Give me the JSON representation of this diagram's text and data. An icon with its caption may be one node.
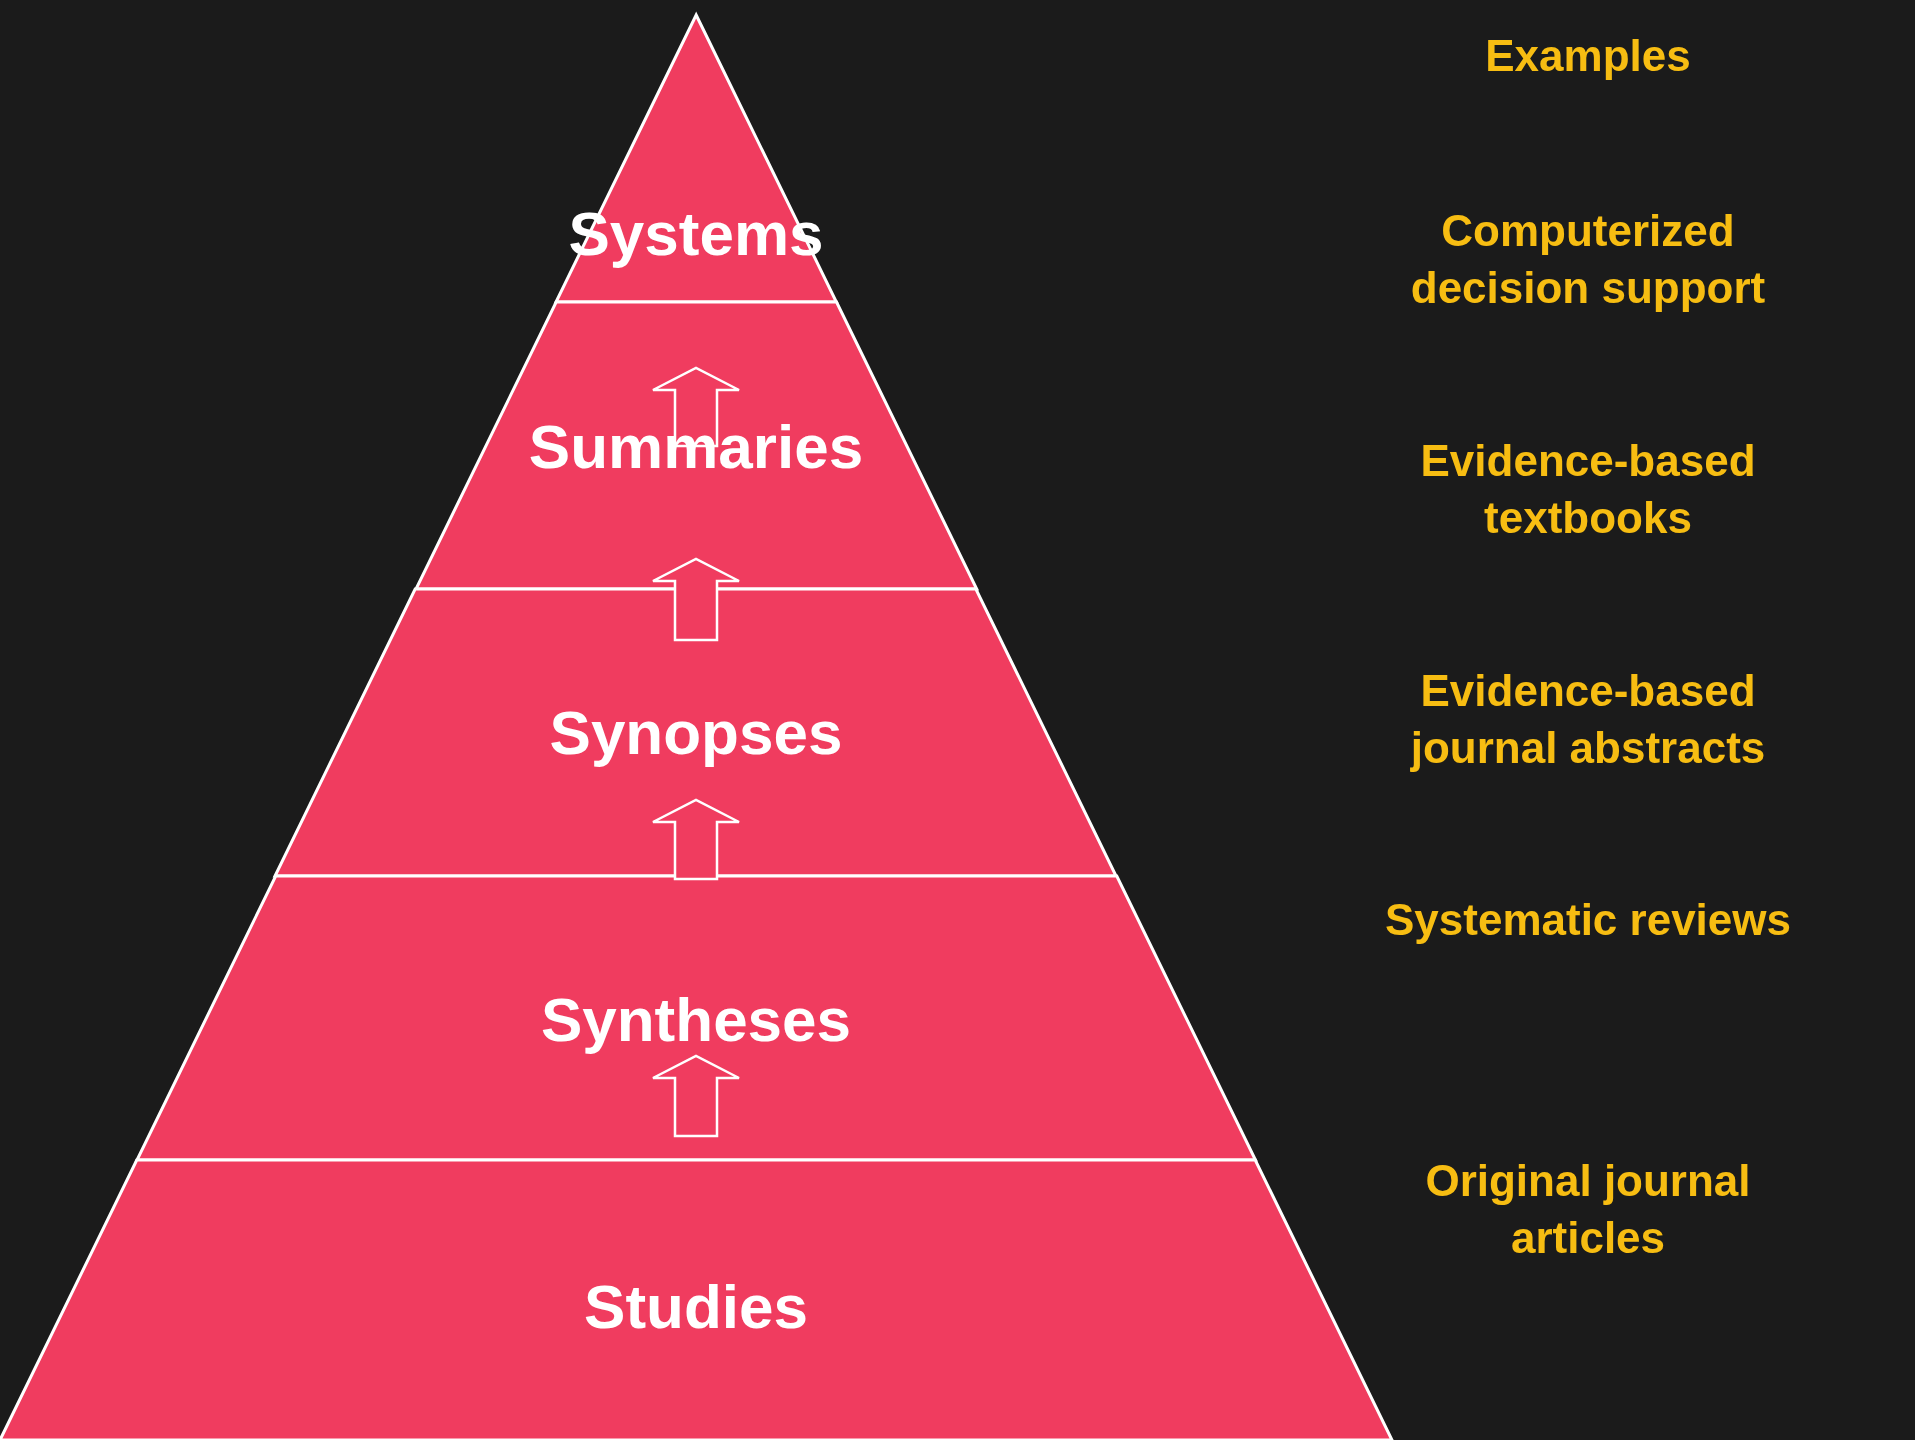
{
  "diagram": {
    "nodes": [
      {
        "text": [
          "Systems"
        ]
      },
      {
        "text": [
          "Summaries"
        ]
      },
      {
        "text": [
          "Synopses"
        ]
      },
      {
        "text": [
          "Syntheses"
        ]
      },
      {
        "text": [
          "Studies"
        ]
      }
    ],
    "edges": [
      {
        "from": 4,
        "to": 3,
        "arrow": "to"
      },
      {
        "from": 3,
        "to": 2,
        "arrow": "to"
      },
      {
        "from": 2,
        "to": 1,
        "arrow": "to"
      },
      {
        "from": 1,
        "to": 0,
        "arrow": "to"
      }
    ],
    "labels": [
      "Examples",
      "Computerized decision support",
      "Evidence-based textbooks",
      "Evidence-based journal abstracts",
      "Systematic reviews",
      "Original journal articles"
    ]
  }
}
